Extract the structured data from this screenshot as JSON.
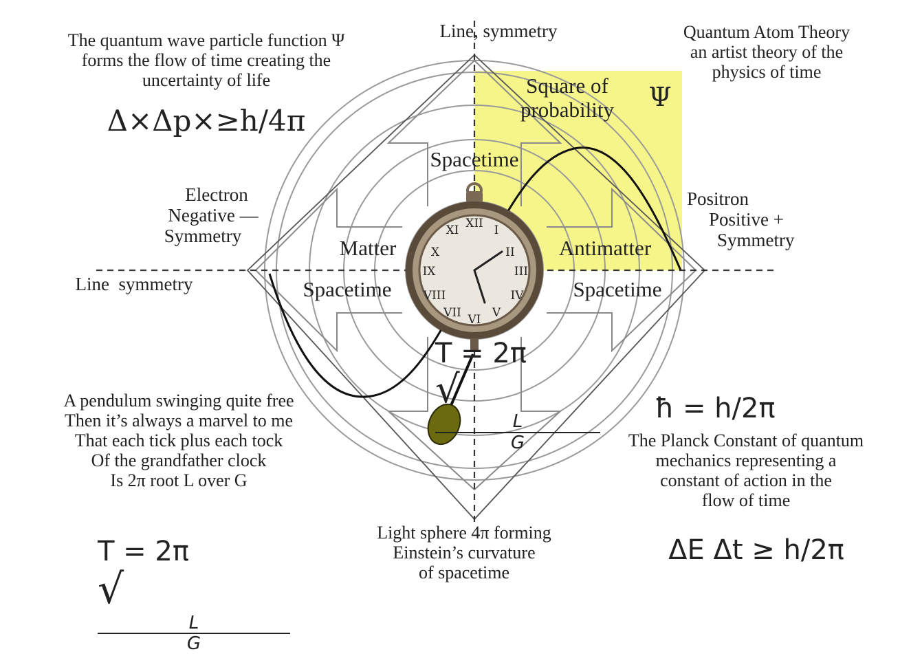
{
  "colors": {
    "yellow_fill": "#f5f58a",
    "line": "#333333",
    "grey_line": "#9a9a9a",
    "pendulum_bob": "#6b6a10",
    "clock_rim": "#6a5a48",
    "clock_face": "#f2eee6"
  },
  "top_left": {
    "lines": [
      "The quantum wave particle function Ψ",
      "forms the flow of time creating the",
      "uncertainty of life"
    ],
    "equation": "Δ×Δp×≥h/4π"
  },
  "top_center": {
    "label": "Line, symmetry"
  },
  "top_right": {
    "lines": [
      "Quantum Atom Theory",
      "an artist theory of the",
      "physics of time"
    ]
  },
  "yellow_box": {
    "lines": [
      "Square of",
      "probability"
    ],
    "psi": "Ψ"
  },
  "regions": {
    "spacetime_top": "Spacetime",
    "matter": "Matter",
    "antimatter": "Antimatter",
    "spacetime_left": "Spacetime",
    "spacetime_right": "Spacetime"
  },
  "left_mid": {
    "lines": [
      "Electron",
      "Negative —",
      "Symmetry"
    ],
    "line_label": "Line  symmetry"
  },
  "right_mid": {
    "lines": [
      "Positron",
      "Positive +",
      "Symmetry"
    ]
  },
  "pendulum_formula": {
    "lhs": "T = 2π",
    "num": "L",
    "den": "G"
  },
  "poem": {
    "lines": [
      "A pendulum swinging quite free",
      "Then it’s always a marvel to me",
      "That each tick plus each tock",
      "Of the grandfather clock",
      "Is 2π root L over G"
    ]
  },
  "bottom_left_formula": {
    "lhs": "T = 2π",
    "num": "L",
    "den": "G"
  },
  "bottom_center": {
    "lines": [
      "Light sphere 4π forming",
      "Einstein’s curvature",
      "of spacetime"
    ]
  },
  "planck": {
    "equation": "ħ = h/2π",
    "lines": [
      "The Planck Constant of quantum",
      "mechanics representing a",
      "constant of action in the",
      "flow of time"
    ],
    "uncertainty": "ΔE Δt ≥ h/2π"
  }
}
